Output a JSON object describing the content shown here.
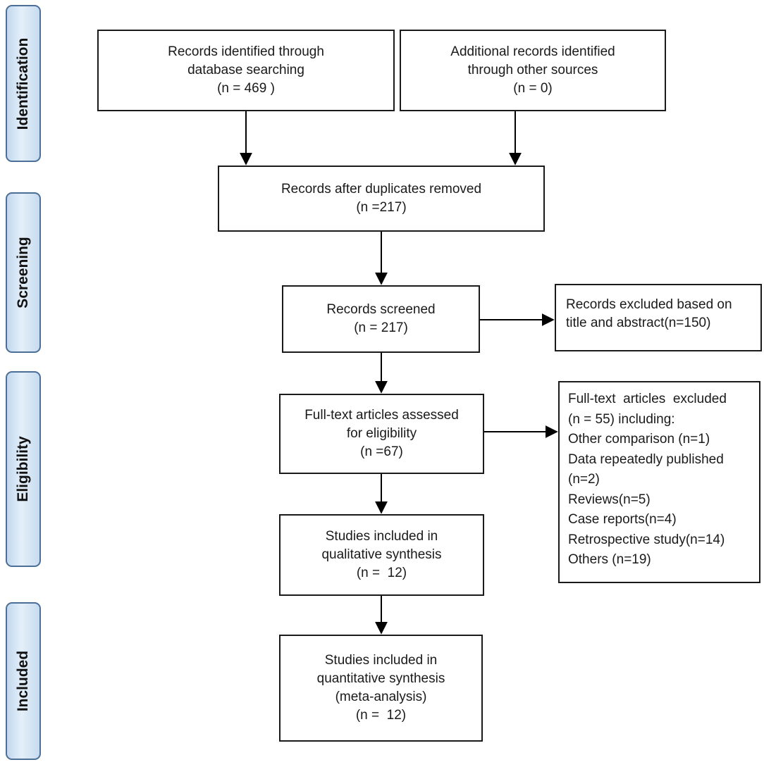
{
  "stages": [
    {
      "id": "identification",
      "label": "Identification"
    },
    {
      "id": "screening",
      "label": "Screening"
    },
    {
      "id": "eligibility",
      "label": "Eligibility"
    },
    {
      "id": "included",
      "label": "Included"
    }
  ],
  "boxes": {
    "database": [
      "Records identified through",
      "database searching",
      "(n = 469 )"
    ],
    "other": [
      "Additional records identified",
      "through other sources",
      "(n = 0)"
    ],
    "duplicates": [
      "Records after duplicates removed",
      "(n =217)"
    ],
    "screened": [
      "Records screened",
      "(n = 217)"
    ],
    "excluded_title": [
      "Records excluded based on",
      "title and abstract(n=150)"
    ],
    "fulltext": [
      "Full-text articles assessed",
      "for eligibility",
      "(n =67)"
    ],
    "fulltext_excluded": [
      "Full-text  articles  excluded",
      "(n = 55) including:",
      "Other comparison (n=1)",
      "Data repeatedly published",
      "(n=2)",
      "Reviews(n=5)",
      "Case reports(n=4)",
      "Retrospective study(n=14)",
      "Others (n=19)"
    ],
    "qualitative": [
      "Studies included in",
      "qualitative synthesis",
      "(n =  12)"
    ],
    "quantitative": [
      "Studies included in",
      "quantitative synthesis",
      "(meta-analysis)",
      "(n =  12)"
    ]
  }
}
